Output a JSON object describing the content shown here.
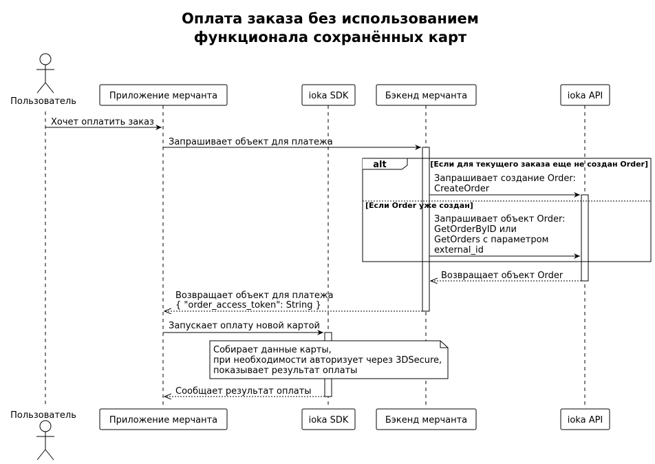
{
  "title": {
    "line1": "Оплата заказа без использованием",
    "line2": "функционала сохранённых карт"
  },
  "participants": {
    "user": "Пользователь",
    "app": "Приложение мерчанта",
    "sdk": "ioka SDK",
    "backend": "Бэкенд мерчанта",
    "api": "ioka API"
  },
  "messages": {
    "m1": "Хочет оплатить заказ",
    "m2": "Запрашивает объект для платежа",
    "m3_l1": "Запрашивает создание Order:",
    "m3_l2": "CreateOrder",
    "m4_l1": "Запрашивает объект Order:",
    "m4_l2": "GetOrderByID или",
    "m4_l3": "GetOrders с параметром",
    "m4_l4": "external_id",
    "m5": "Возвращает объект Order",
    "m6_l1": "Возвращает объект для платежа",
    "m6_l2": "{ \"order_access_token\": String }",
    "m7": "Запускает оплату новой картой",
    "m8": "Сообщает результат оплаты"
  },
  "alt": {
    "keyword": "alt",
    "guard1": "[Если для текущего заказа еще не создан Order]",
    "guard2": "[Если Order уже создан]"
  },
  "note": {
    "l1": "Собирает данные карты,",
    "l2": "при необходимости авторизует через 3DSecure,",
    "l3": "показывает результат оплаты"
  }
}
